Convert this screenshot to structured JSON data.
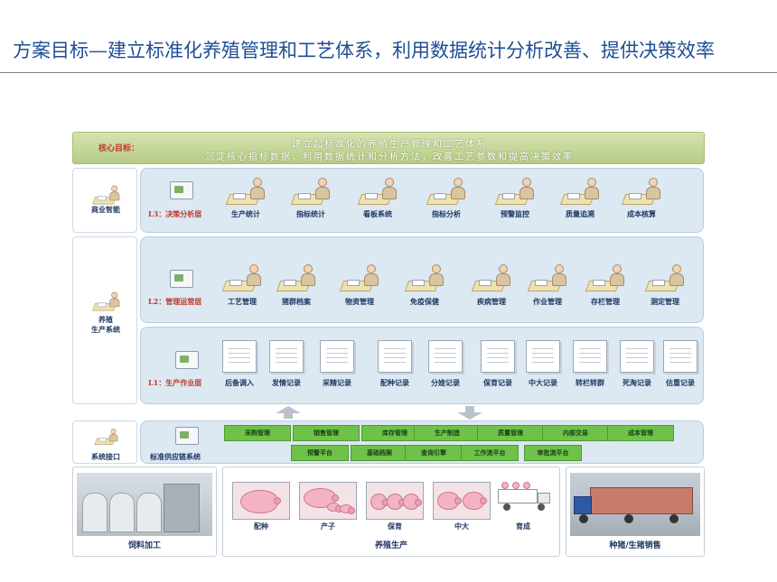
{
  "page": {
    "title": "方案目标—建立标准化养殖管理和工艺体系，利用数据统计分析改善、提供决策效率"
  },
  "core": {
    "label": "核心目标：",
    "line1": "建立起标准化的养殖生产管理和工艺体系",
    "line2": "沉淀核心指标数据，利用数据统计和分析方法，改善工艺参数和提高决策效率"
  },
  "left_cells": {
    "bi": "商业智能",
    "production_line1": "养殖",
    "production_line2": "生产系统",
    "interface": "系统接口"
  },
  "l3": {
    "label": "L3：决策分析层",
    "items": [
      "生产统计",
      "指标统计",
      "看板系统",
      "指标分析",
      "预警监控",
      "质量追溯",
      "成本核算"
    ]
  },
  "l2": {
    "label": "L2：管理运营层",
    "items": [
      "工艺管理",
      "猪群档案",
      "物资管理",
      "免疫保健",
      "疾病管理",
      "作业管理",
      "存栏管理",
      "测定管理"
    ]
  },
  "l1": {
    "label": "L1：生产作业层",
    "items": [
      "后备调入",
      "发情记录",
      "采精记录",
      "配种记录",
      "分娩记录",
      "保育记录",
      "中大记录",
      "转栏转群",
      "死淘记录",
      "估重记录"
    ]
  },
  "interface": {
    "label": "标准供应链系统",
    "row1": [
      "采购管理",
      "销售管理",
      "库存管理",
      "生产制造",
      "质量管理",
      "内部交易",
      "成本管理"
    ],
    "row2": [
      "预警平台",
      "基础档案",
      "查询引擎",
      "工作流平台",
      "审批流平台"
    ]
  },
  "bottom": {
    "feed": "饲料加工",
    "breeding": "养殖生产",
    "sales": "种猪/生猪销售",
    "stages": [
      "配种",
      "产子",
      "保育",
      "中大",
      "育成"
    ]
  },
  "colors": {
    "title": "#1f4e96",
    "band": "#dce8f2",
    "green_button": "#6ec24a",
    "layer_label": "#c0392b"
  }
}
